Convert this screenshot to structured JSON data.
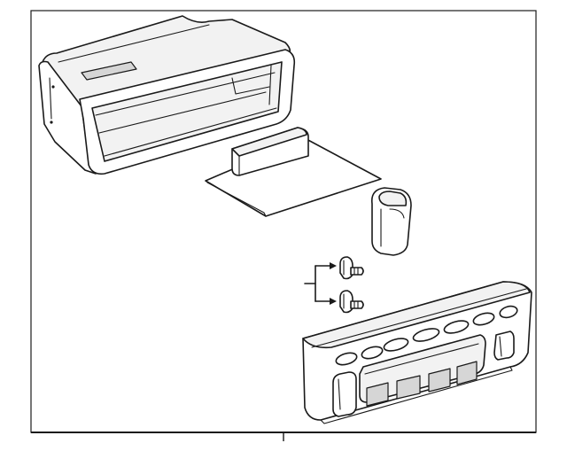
{
  "diagram": {
    "parts": [
      {
        "name": "storage-box"
      },
      {
        "name": "box-mat"
      },
      {
        "name": "cushion-pad"
      },
      {
        "name": "retainer-clip"
      },
      {
        "name": "fastener-screws",
        "count": 2
      },
      {
        "name": "control-panel"
      }
    ],
    "colors": {
      "line": "#1a1a1a",
      "fill": "#ffffff",
      "shade": "#d6d6d6",
      "background": "#ffffff"
    }
  }
}
